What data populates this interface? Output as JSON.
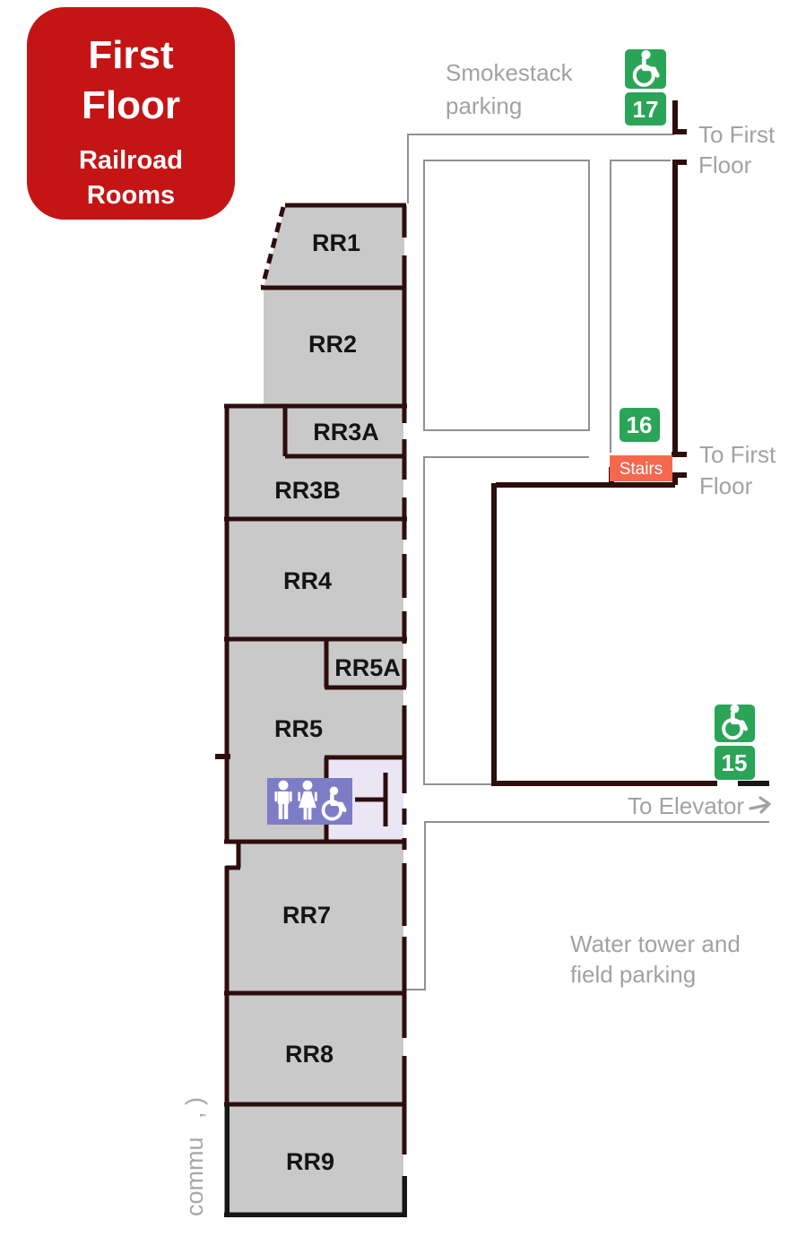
{
  "map_title_card": {
    "line1": "First",
    "line2": "Floor",
    "line3": "Railroad",
    "line4": "Rooms"
  },
  "rooms": {
    "rr1": "RR1",
    "rr2": "RR2",
    "rr3a": "RR3A",
    "rr3b": "RR3B",
    "rr4": "RR4",
    "rr5": "RR5",
    "rr5a": "RR5A",
    "rr7": "RR7",
    "rr8": "RR8",
    "rr9": "RR9"
  },
  "labels": {
    "smokestack_parking_line1": "Smokestack",
    "smokestack_parking_line2": "parking",
    "to_first_floor_top_line1": "To First",
    "to_first_floor_top_line2": "Floor",
    "to_first_floor_mid_line1": "To First",
    "to_first_floor_mid_line2": "Floor",
    "to_elevator": "To Elevator",
    "water_tower_line1": "Water tower and",
    "water_tower_line2": "field parking",
    "stairs": "Stairs",
    "edge_text_fragment": "commu",
    "edge_text_marks": ",  )"
  },
  "markers": {
    "accessible_spot_17": "17",
    "spot_16": "16",
    "accessible_spot_15": "15"
  },
  "icons": {
    "accessible": "wheelchair-icon",
    "restroom": "man-woman-wheelchair-icons",
    "direction": "right-arrow-icon"
  },
  "colors": {
    "legend_red": "#c51414",
    "accessible_green": "#2aa457",
    "stairs_salmon": "#f4694e",
    "restroom_purple": "#7d7cc6",
    "restroom_room_lavender": "#eae6f4",
    "room_fill_gray": "#c9c9c9",
    "wall_maroon": "#2e0d0d",
    "wall_black": "#161616",
    "path_line_gray": "#909090",
    "annotation_gray": "#a2a2a2"
  }
}
